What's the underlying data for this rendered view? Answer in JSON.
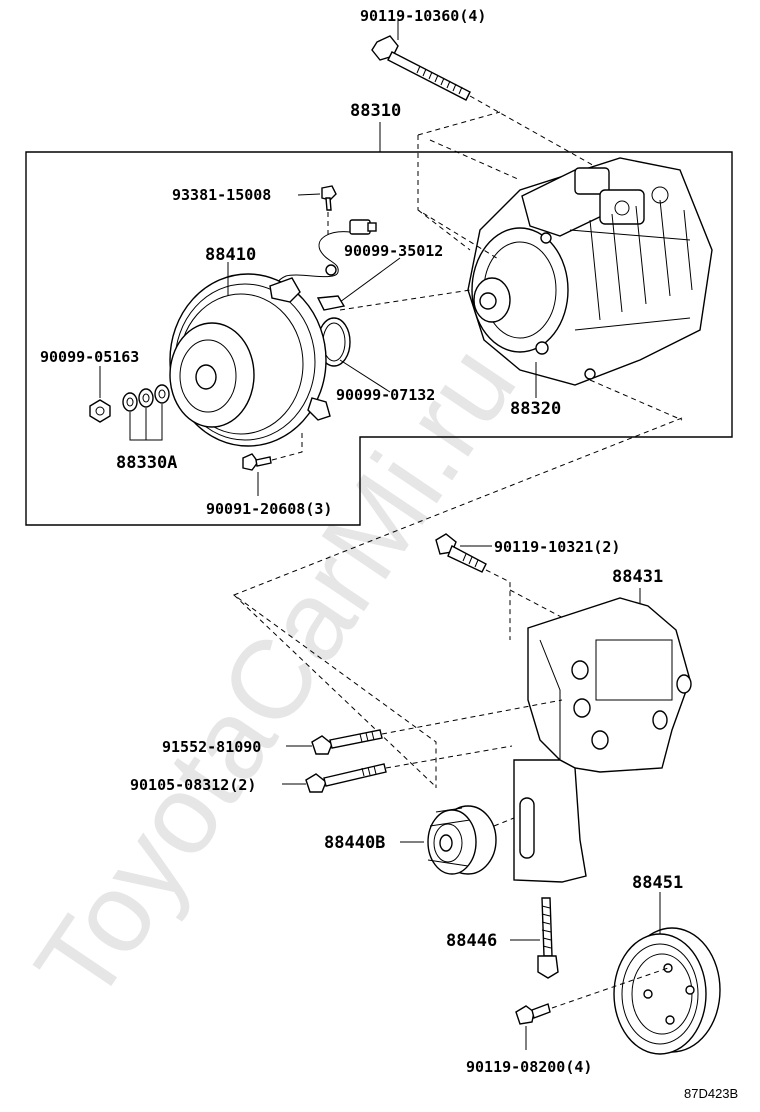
{
  "watermark": "ToyotaCarMi.ru",
  "reference": "87D423B",
  "labels": {
    "bolt_top": "90119-10360(4)",
    "assembly": "88310",
    "screw": "93381-15008",
    "clutch": "88410",
    "lead_clip": "90099-35012",
    "nut": "90099-05163",
    "snap_ring": "90099-07132",
    "compressor": "88320",
    "shims": "88330A",
    "clutch_bolt": "90091-20608(3)",
    "bracket_bolt": "90119-10321(2)",
    "bracket": "88431",
    "bolt_a": "91552-81090",
    "bolt_b": "90105-08312(2)",
    "idler": "88440B",
    "adjust_bolt": "88446",
    "pulley": "88451",
    "pulley_bolt": "90119-08200(4)"
  }
}
